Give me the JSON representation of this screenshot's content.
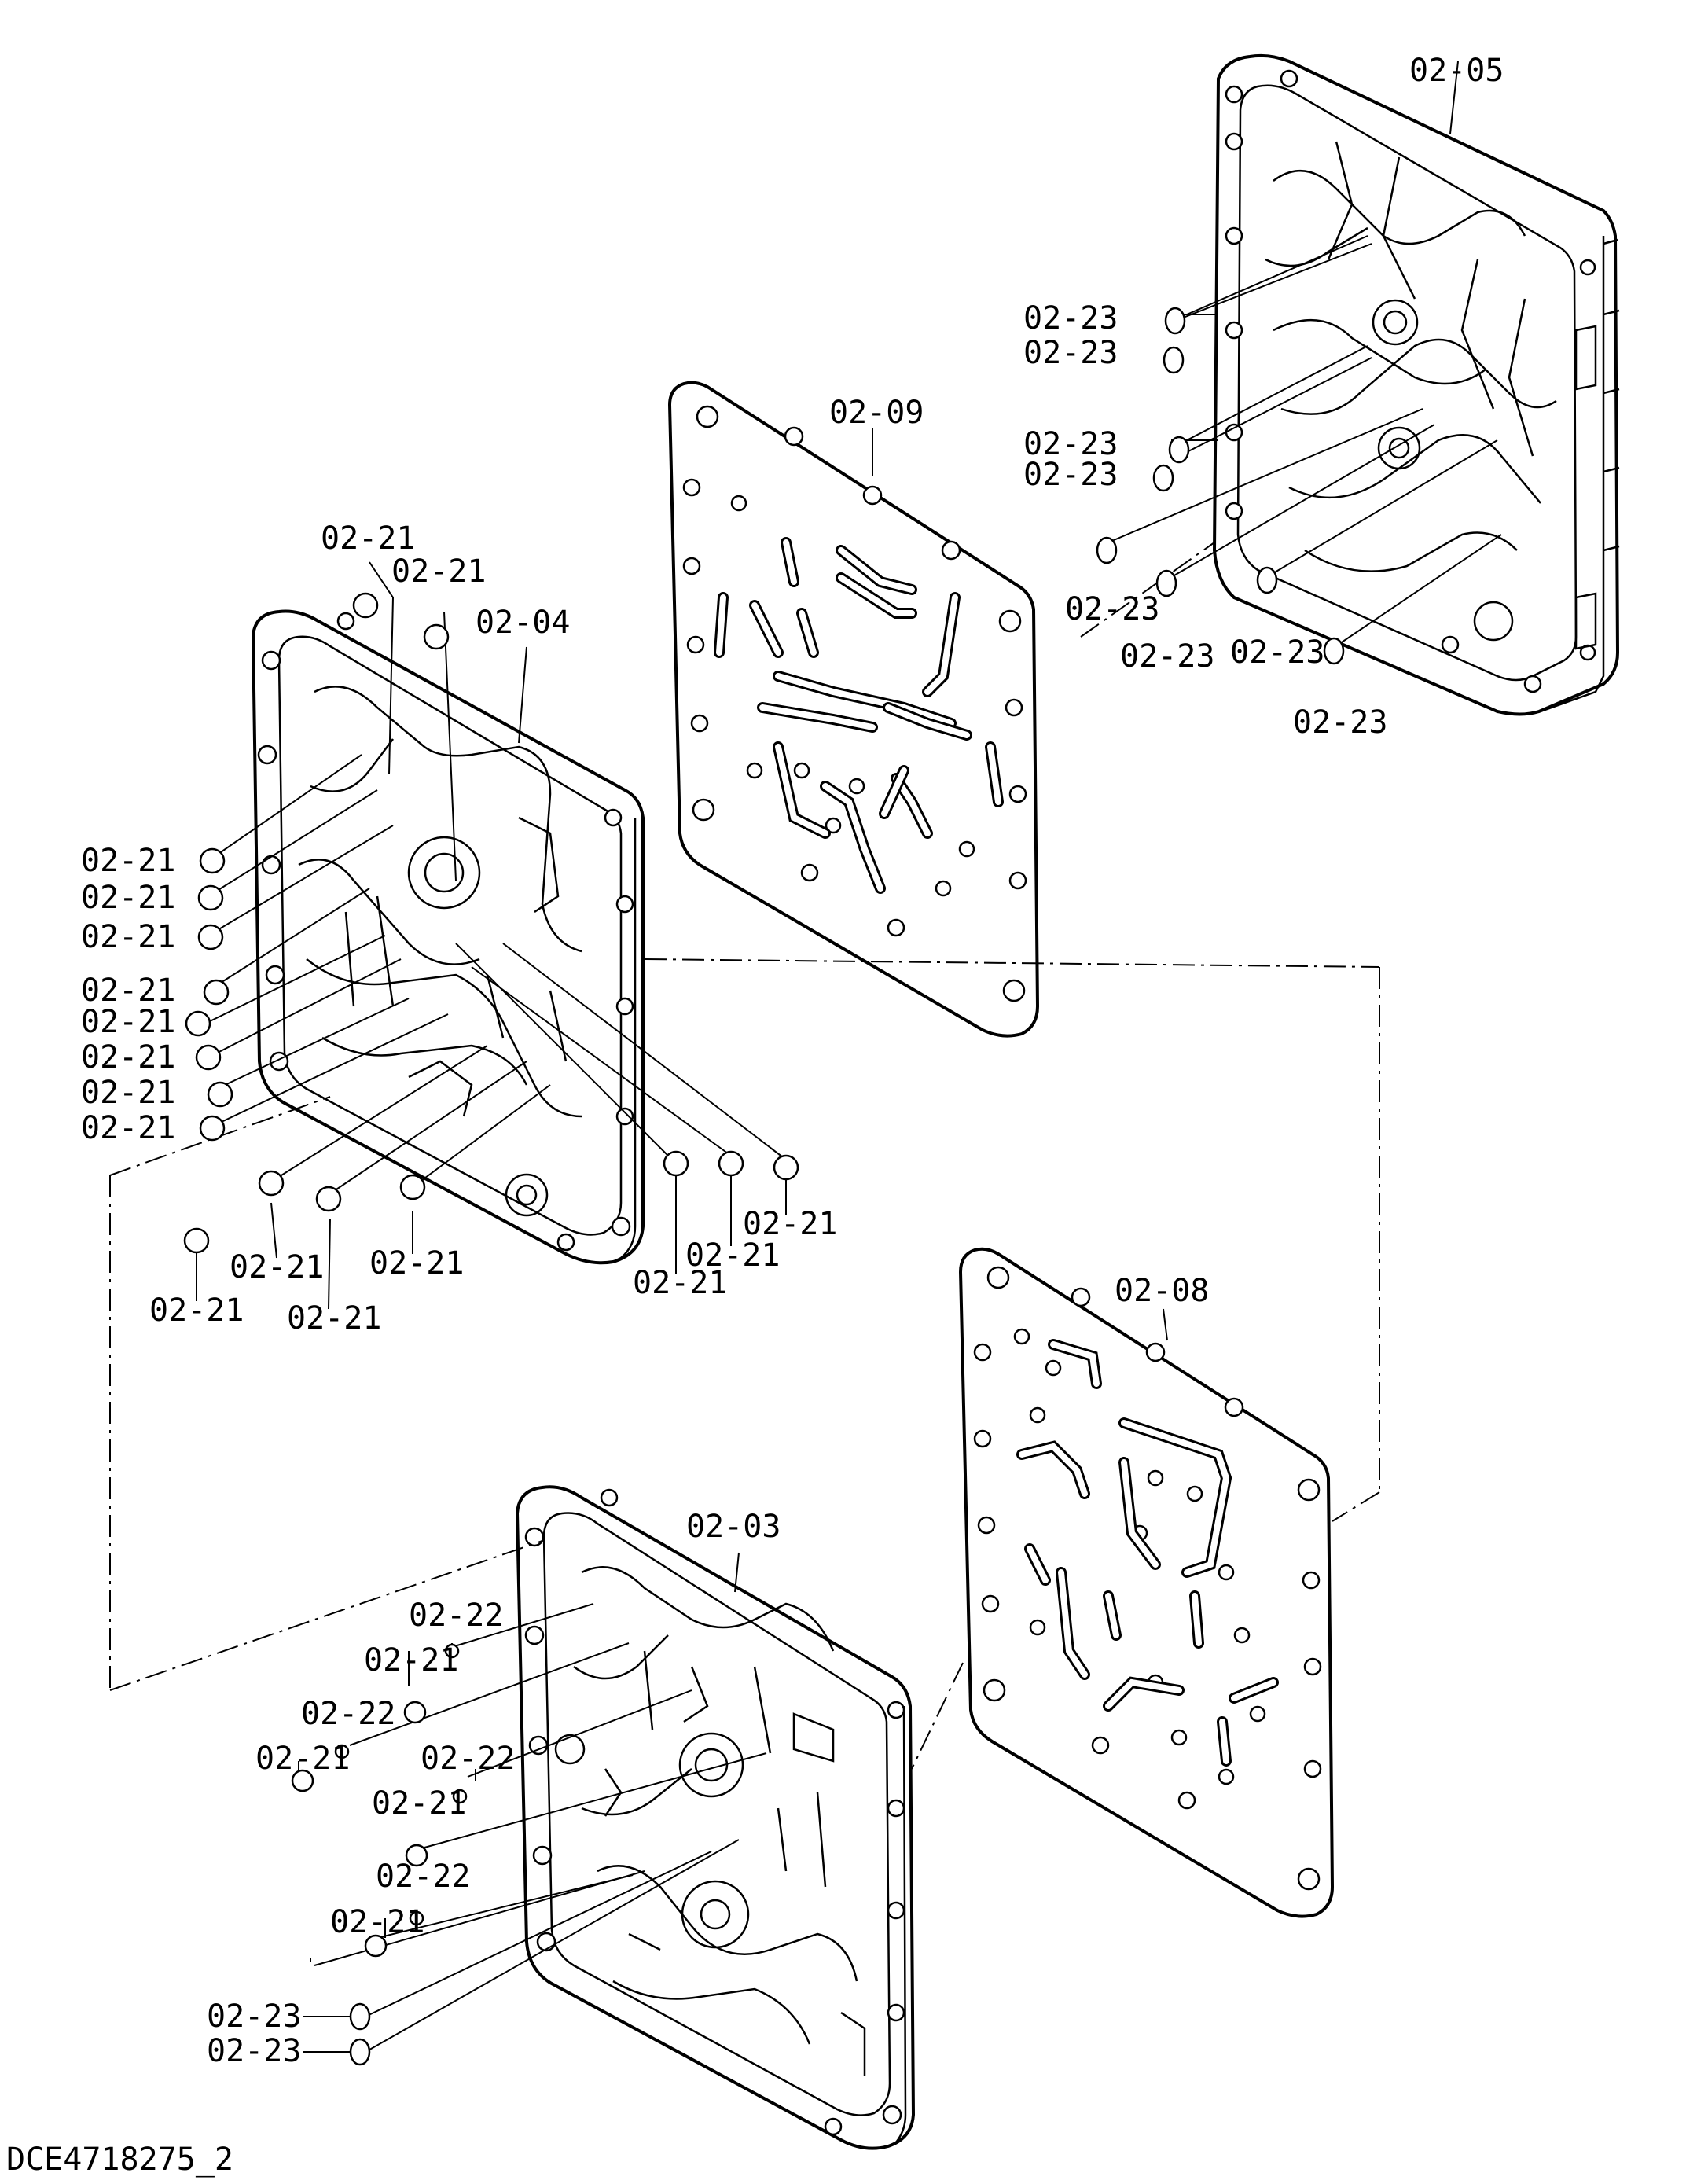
{
  "drawing_code": "DCE4718275_2",
  "parts": {
    "p0205": "02-05",
    "p0209": "02-09",
    "p0204": "02-04",
    "p0208": "02-08",
    "p0203": "02-03",
    "p0221": "02-21",
    "p0222": "02-22",
    "p0223": "02-23"
  }
}
